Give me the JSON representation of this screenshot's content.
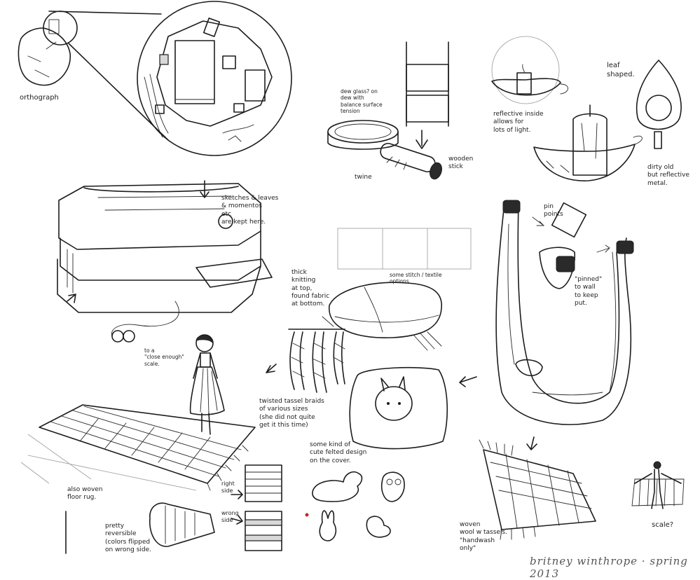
{
  "notes": {
    "orthograph": "orthograph",
    "dew_glass": "dew glass? on\ndew with\nbalance surface\ntension",
    "twine": "twine",
    "wooden_stick": "wooden\nstick",
    "reflective": "reflective inside\nallows for\nlots of light.",
    "leaf": "leaf\nshaped.",
    "dirty_metal": "dirty old\nbut reflective\nmetal.",
    "sketches": "sketches & leaves\n& momentos\netc\nare kept here.",
    "pin_points": "pin\npoints",
    "pinned": "\"pinned\"\nto wall\nto keep\nput.",
    "some_stitch": "some stitch / textile\noptions",
    "thick_knitting": "thick\nknitting\nat top,\nfound fabric\nat bottom.",
    "closeenough_scale": "to a\n\"close enough\"\nscale.",
    "twisted_tassel": "twisted tassel braids\nof various sizes\n(she did not quite\nget it this time)",
    "felted_design": "some kind of\ncute felted design\non the cover.",
    "also_woven": "also woven\nfloor rug.",
    "right_side": "right\nside",
    "wrong_side": "wrong\nside",
    "reversible": "pretty\nreversible\n(colors flipped\non wrong side.",
    "woven_tassels": "woven\nwool w tassels.\n\"handwash\nonly\"",
    "scale_q": "scale?",
    "signature": "britney winthrope · spring 2013"
  }
}
